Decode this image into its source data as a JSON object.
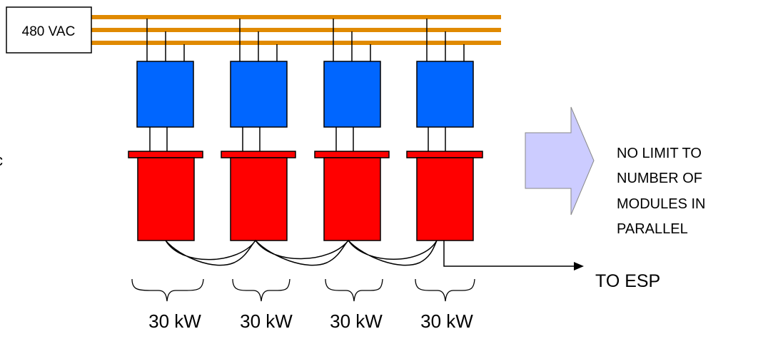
{
  "supply": {
    "label": "480 VAC"
  },
  "modules": [
    {
      "power_label": "30 kW"
    },
    {
      "power_label": "30 kW"
    },
    {
      "power_label": "30 kW"
    },
    {
      "power_label": "30 kW"
    }
  ],
  "output": {
    "label": "TO ESP"
  },
  "note": {
    "lines": [
      "NO LIMIT TO",
      "NUMBER OF",
      "MODULES IN",
      "PARALLEL"
    ]
  },
  "colors": {
    "bus": "#E08A00",
    "converter": "#0066FF",
    "transformer": "#FF0000",
    "arrow_fill": "#CCCCFF",
    "line": "#000000"
  }
}
